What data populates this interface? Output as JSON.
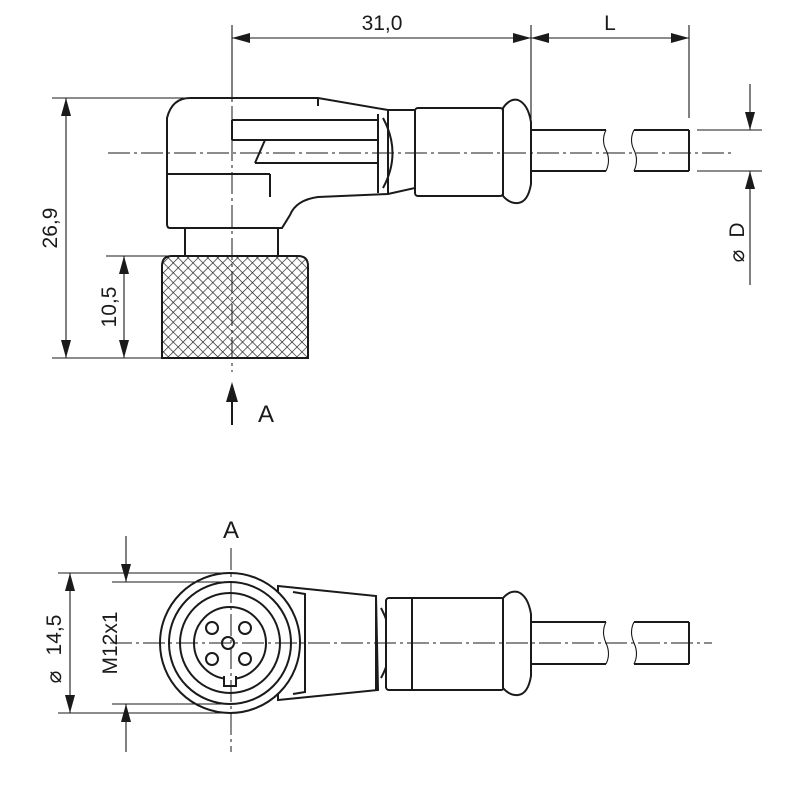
{
  "dimensions": {
    "body_length": "31,0",
    "cable_length": "L",
    "total_height": "26,9",
    "nut_height": "10,5",
    "cable_diameter": "D",
    "nut_diameter": "14,5",
    "thread": "M12x1"
  },
  "symbols": {
    "diameter": "⌀"
  },
  "views": {
    "arrow_label": "A",
    "view_label": "A"
  },
  "colors": {
    "line": "#1a1a1a",
    "background": "#ffffff"
  }
}
